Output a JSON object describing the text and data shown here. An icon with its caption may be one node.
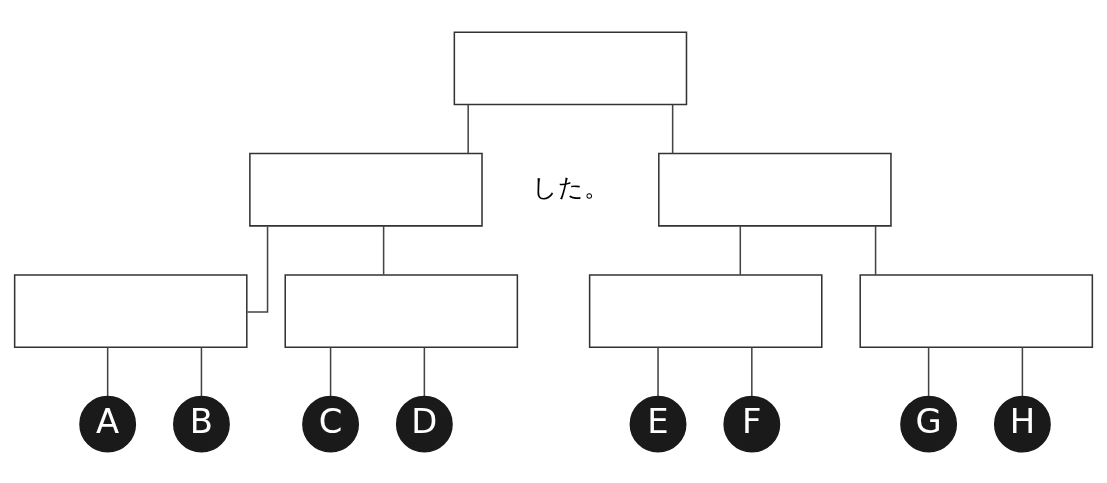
{
  "diagram": {
    "nodes": [
      {
        "text": [],
        "shape": "box"
      },
      {
        "text": [],
        "shape": "box"
      },
      {
        "text": [],
        "shape": "box"
      },
      {
        "text": [],
        "shape": "box"
      },
      {
        "text": [],
        "shape": "box"
      },
      {
        "text": [],
        "shape": "box"
      },
      {
        "text": [],
        "shape": "box"
      },
      {
        "text": [
          "A"
        ]
      },
      {
        "text": [
          "B"
        ]
      },
      {
        "text": [
          "C"
        ]
      },
      {
        "text": [
          "D"
        ]
      },
      {
        "text": [
          "E"
        ]
      },
      {
        "text": [
          "F"
        ]
      },
      {
        "text": [
          "G"
        ]
      },
      {
        "text": [
          "H"
        ]
      }
    ],
    "edges": [
      {
        "from": 0,
        "to": 1,
        "arrow": "none"
      },
      {
        "from": 0,
        "to": 2,
        "arrow": "none"
      },
      {
        "from": 1,
        "to": 3,
        "arrow": "none"
      },
      {
        "from": 1,
        "to": 4,
        "arrow": "none"
      },
      {
        "from": 2,
        "to": 5,
        "arrow": "none"
      },
      {
        "from": 2,
        "to": 6,
        "arrow": "none"
      },
      {
        "from": 3,
        "to": 7,
        "arrow": "none"
      },
      {
        "from": 3,
        "to": 8,
        "arrow": "none"
      },
      {
        "from": 4,
        "to": 9,
        "arrow": "none"
      },
      {
        "from": 4,
        "to": 10,
        "arrow": "none"
      },
      {
        "from": 5,
        "to": 11,
        "arrow": "none"
      },
      {
        "from": 5,
        "to": 12,
        "arrow": "none"
      },
      {
        "from": 6,
        "to": 13,
        "arrow": "none"
      },
      {
        "from": 6,
        "to": 14,
        "arrow": "none"
      }
    ],
    "labels": [
      "した。"
    ]
  }
}
